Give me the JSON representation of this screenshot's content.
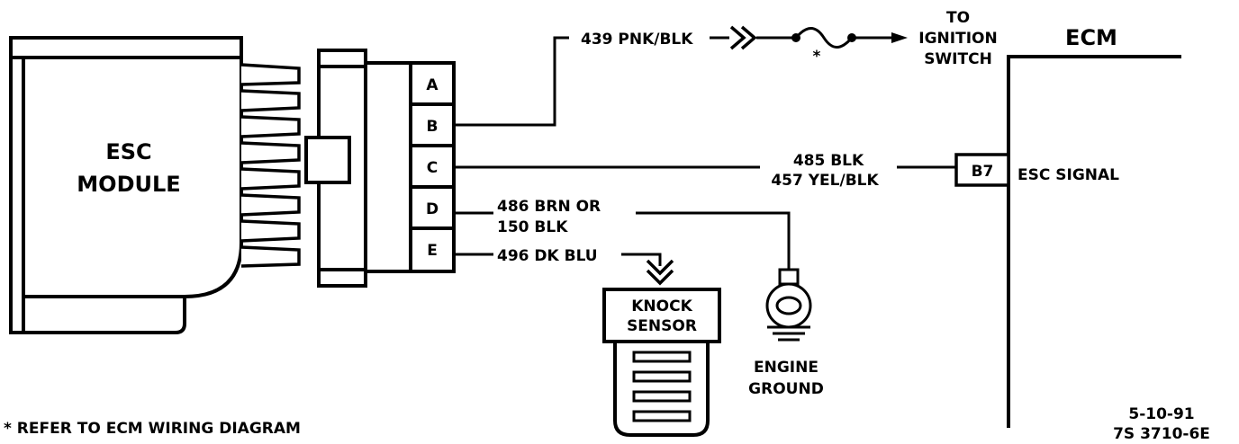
{
  "module": {
    "name_line1": "ESC",
    "name_line2": "MODULE"
  },
  "connector": {
    "pins": [
      "A",
      "B",
      "C",
      "D",
      "E"
    ]
  },
  "wires": {
    "b_wire": "439 PNK/BLK",
    "c_wire_line1": "485 BLK",
    "c_wire_line2": "457 YEL/BLK",
    "d_wire_line1": "486 BRN OR",
    "d_wire_line2": "150 BLK",
    "e_wire": "496 DK BLU"
  },
  "ignition": {
    "line1": "TO",
    "line2": "IGNITION",
    "line3": "SWITCH",
    "fuse_note_marker": "*"
  },
  "ecm": {
    "title": "ECM",
    "pin": "B7",
    "signal_label": "ESC SIGNAL"
  },
  "knock_sensor": {
    "line1": "KNOCK",
    "line2": "SENSOR"
  },
  "ground": {
    "line1": "ENGINE",
    "line2": "GROUND"
  },
  "footnote": "* REFER TO ECM WIRING DIAGRAM",
  "figure_ref": {
    "date": "5-10-91",
    "code": "7S 3710-6E"
  }
}
